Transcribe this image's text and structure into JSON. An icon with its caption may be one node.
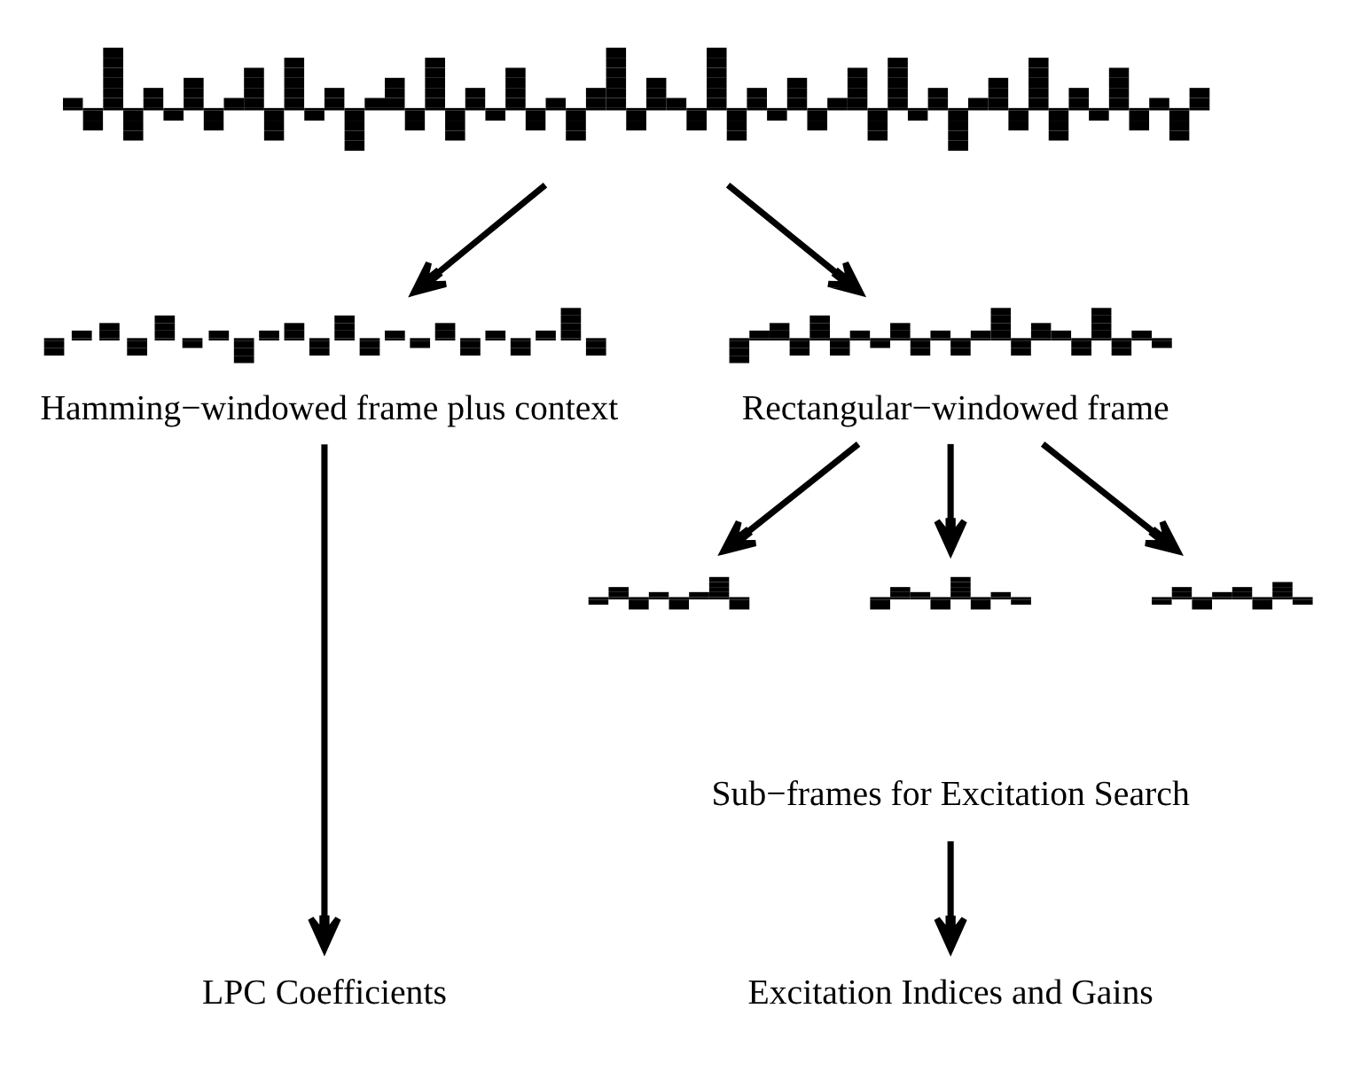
{
  "diagram": {
    "nodes": [
      {
        "text": [],
        "shape": "picture"
      },
      {
        "text": [],
        "shape": "picture",
        "beside": [
          "Hamming−windowed frame plus context"
        ]
      },
      {
        "text": [],
        "shape": "picture",
        "beside": [
          "Rectangular−windowed frame"
        ]
      },
      {
        "text": [],
        "shape": "picture"
      },
      {
        "text": [],
        "shape": "picture"
      },
      {
        "text": [],
        "shape": "picture"
      },
      {
        "text": [
          "Sub−frames for Excitation Search"
        ]
      },
      {
        "text": [
          "LPC Coefficients"
        ]
      },
      {
        "text": [
          "Excitation Indices and Gains"
        ]
      }
    ],
    "edges": [
      {
        "from": 0,
        "to": 1,
        "arrow": "to"
      },
      {
        "from": 0,
        "to": 2,
        "arrow": "to"
      },
      {
        "from": 2,
        "to": 3,
        "arrow": "to"
      },
      {
        "from": 2,
        "to": 4,
        "arrow": "to"
      },
      {
        "from": 2,
        "to": 5,
        "arrow": "to"
      },
      {
        "from": 1,
        "to": 7,
        "arrow": "to"
      },
      {
        "from": 6,
        "to": 8,
        "arrow": "to"
      }
    ]
  }
}
